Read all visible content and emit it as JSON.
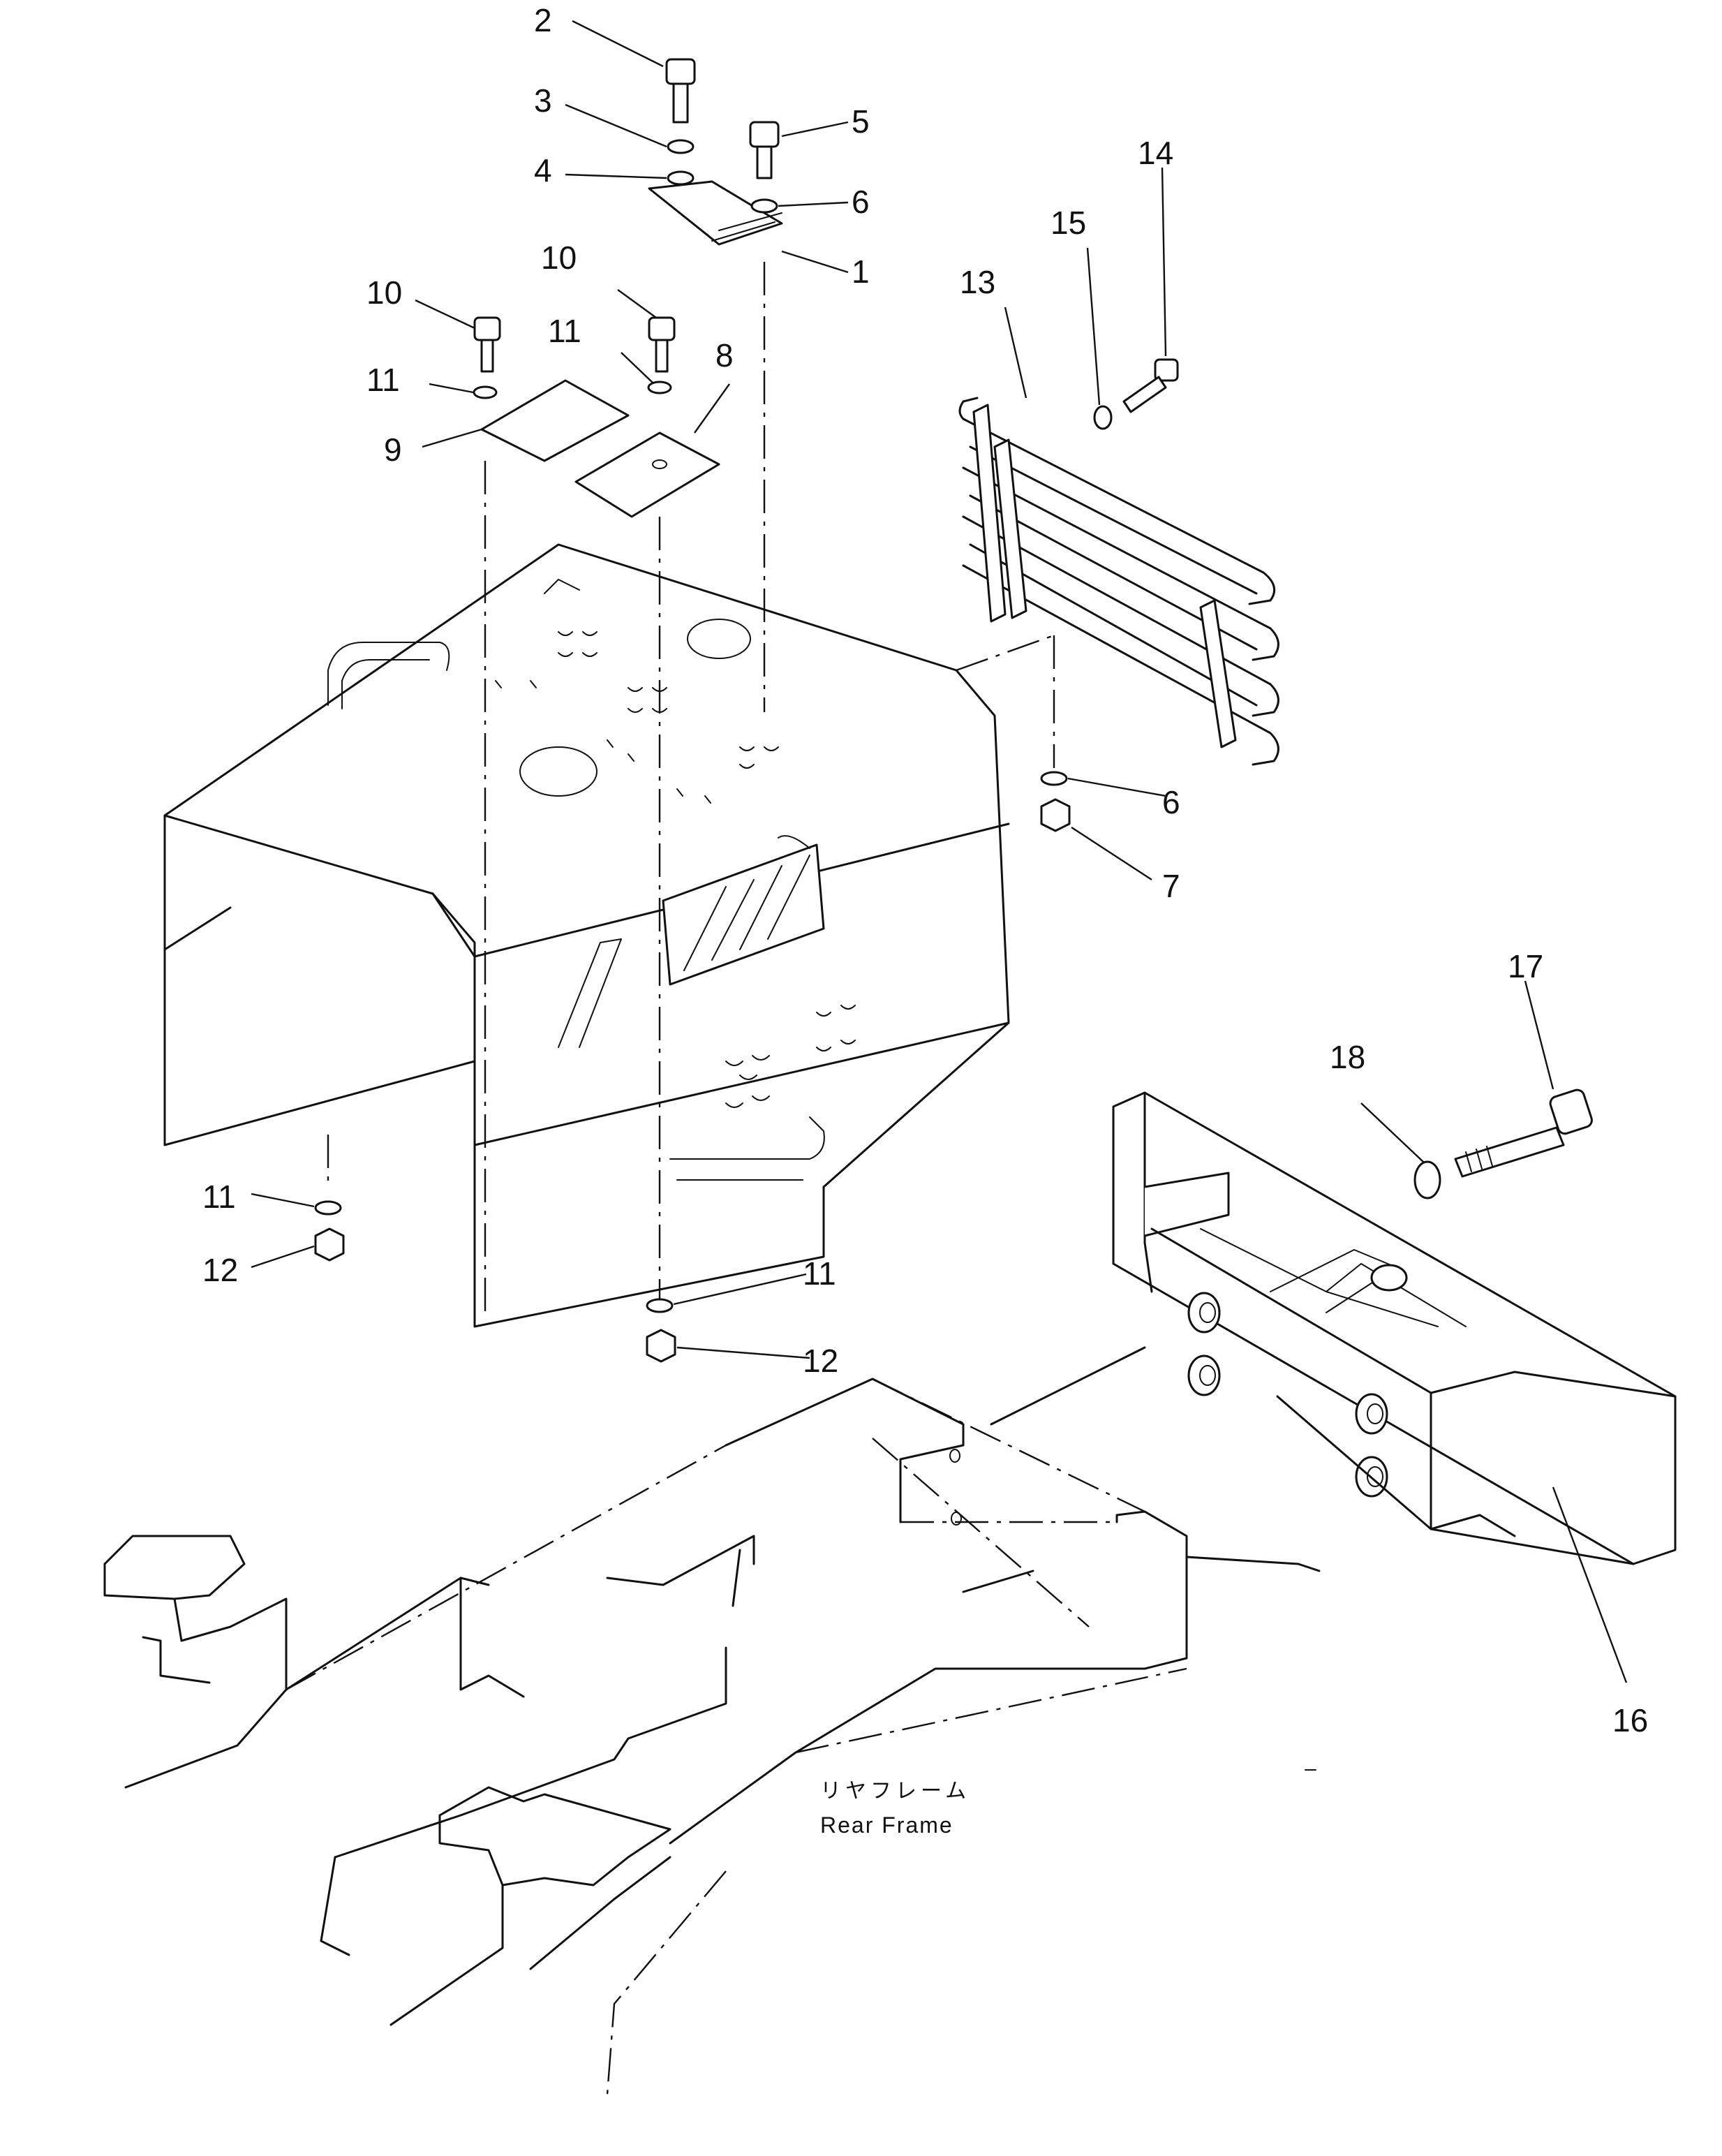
{
  "frame_label": {
    "jp": "リヤフレーム",
    "en": "Rear Frame"
  },
  "callouts": [
    "1",
    "2",
    "3",
    "4",
    "5",
    "6",
    "6",
    "7",
    "8",
    "9",
    "10",
    "10",
    "11",
    "11",
    "11",
    "11",
    "12",
    "12",
    "13",
    "14",
    "15",
    "16",
    "17",
    "18"
  ]
}
